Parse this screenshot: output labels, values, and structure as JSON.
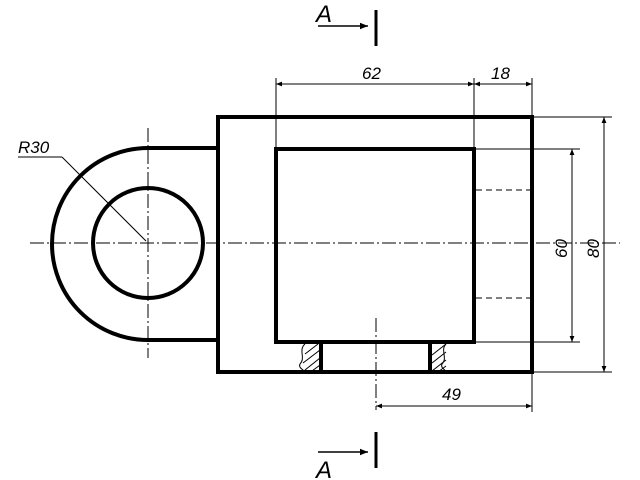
{
  "section": {
    "label_top": "A",
    "label_bottom": "A"
  },
  "dimensions": {
    "width_inner": "62",
    "width_offset": "18",
    "height_inner": "60",
    "height_outer": "80",
    "bottom_offset": "49",
    "radius": "R30"
  }
}
